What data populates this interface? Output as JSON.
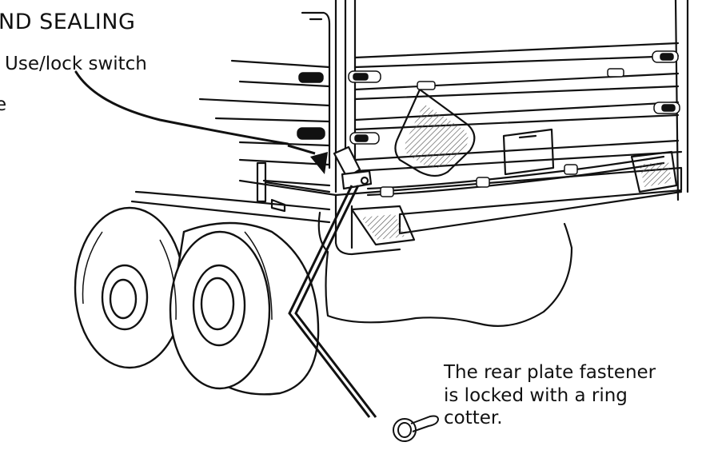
{
  "heading": "ND SEALING",
  "callouts": {
    "switch_label": "Use/lock switch",
    "stray_letter": "e",
    "note_lines": [
      "The rear plate fastener",
      "is locked with a ring",
      "cotter."
    ]
  },
  "colors": {
    "ink": "#111111",
    "paper": "#ffffff",
    "reflector_hatch": "#555555"
  },
  "icons": {
    "arrow": "pointer-arrow-icon",
    "ring_cotter": "ring-cotter-icon"
  }
}
